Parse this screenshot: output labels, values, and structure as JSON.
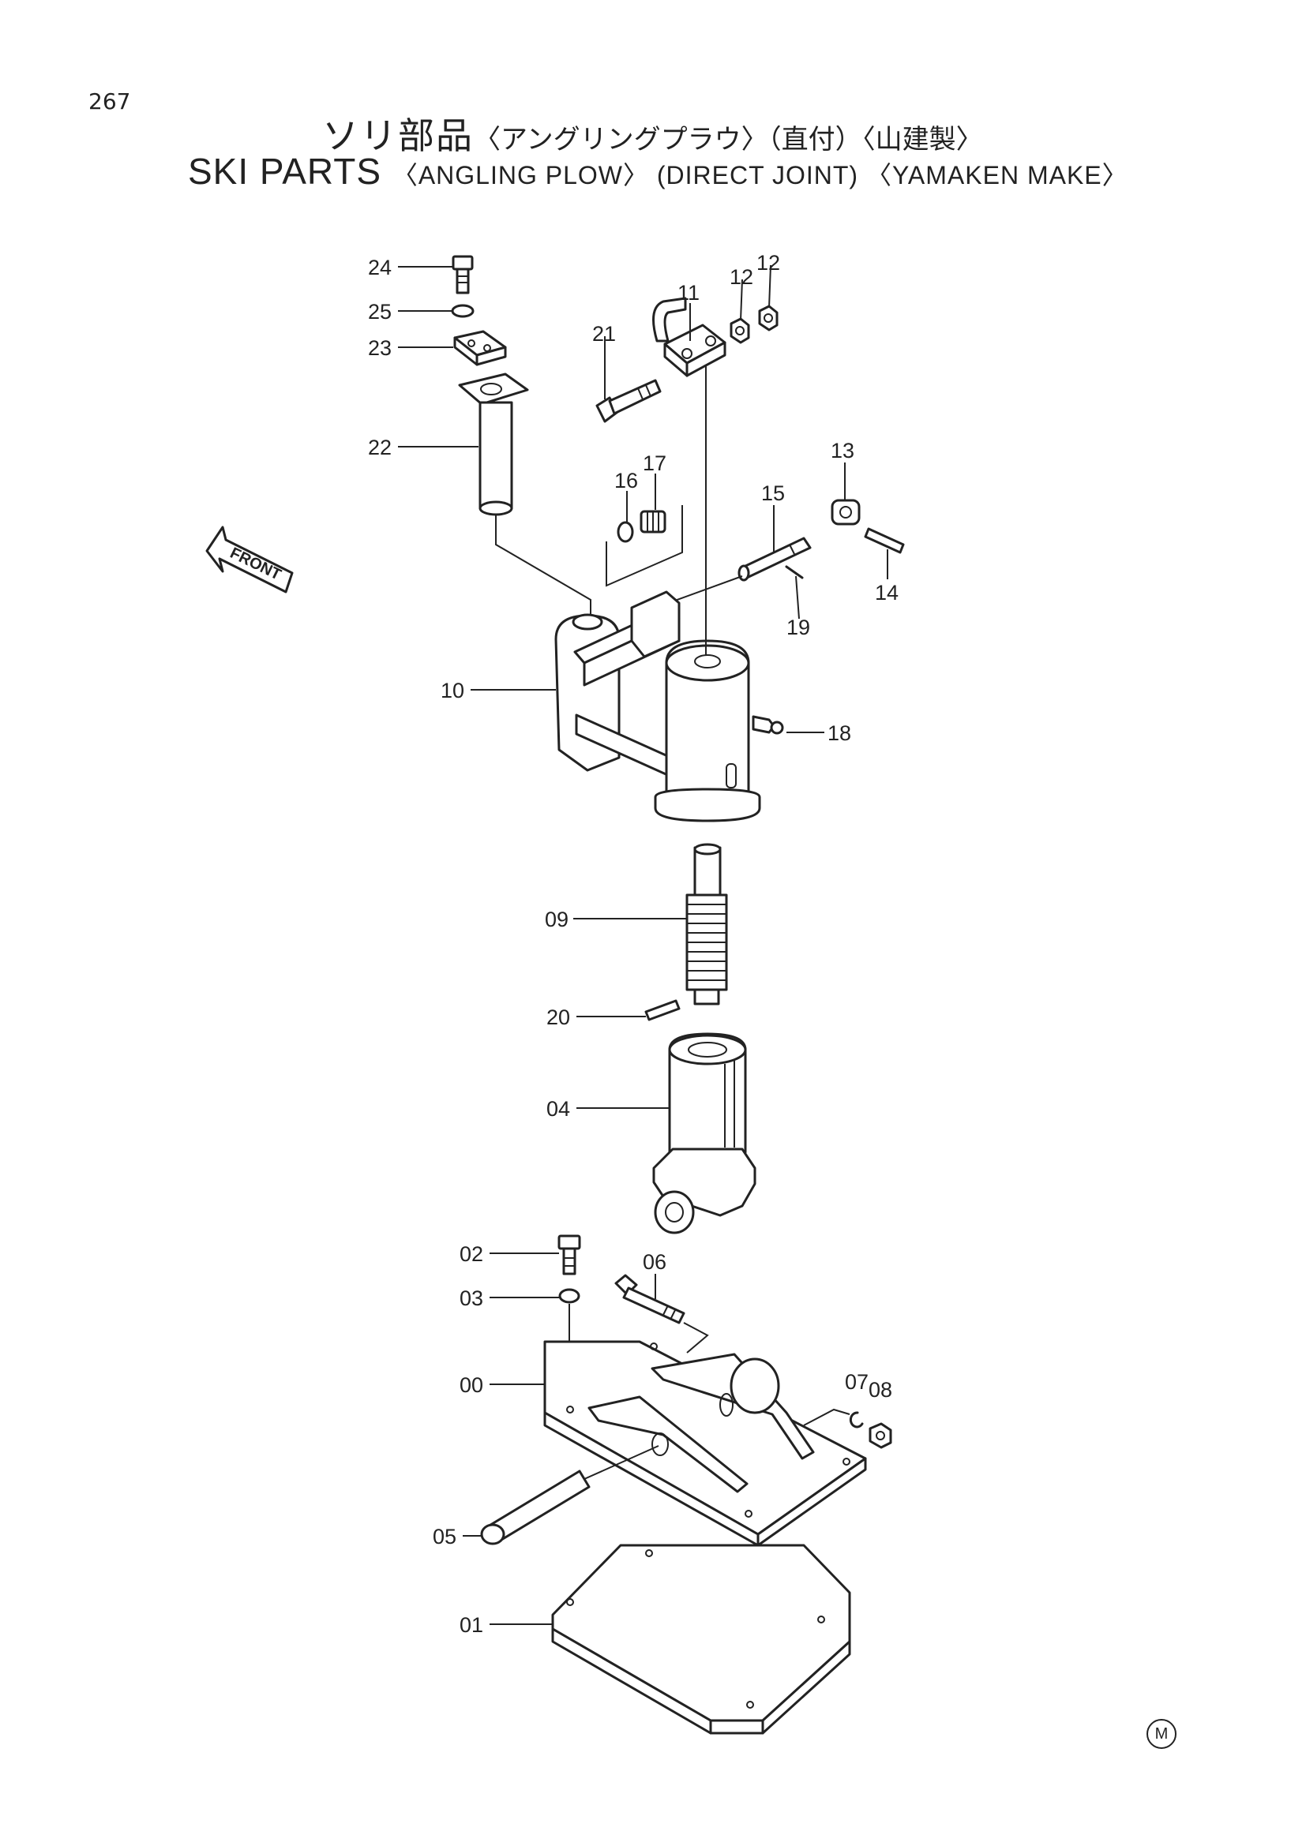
{
  "page_number": "267",
  "title_jp": {
    "main": "ソリ部品",
    "sub": "〈アングリングプラウ〉（直付）〈山建製〉"
  },
  "title_en": {
    "main": "SKI  PARTS",
    "sub": "〈ANGLING  PLOW〉 (DIRECT  JOINT) 〈YAMAKEN  MAKE〉"
  },
  "front_label": "FRONT",
  "callouts": [
    "24",
    "25",
    "23",
    "22",
    "21",
    "11",
    "12",
    "12",
    "13",
    "16",
    "17",
    "15",
    "14",
    "19",
    "10",
    "18",
    "09",
    "20",
    "04",
    "02",
    "03",
    "06",
    "00",
    "07",
    "08",
    "05",
    "01"
  ],
  "marking": "M"
}
